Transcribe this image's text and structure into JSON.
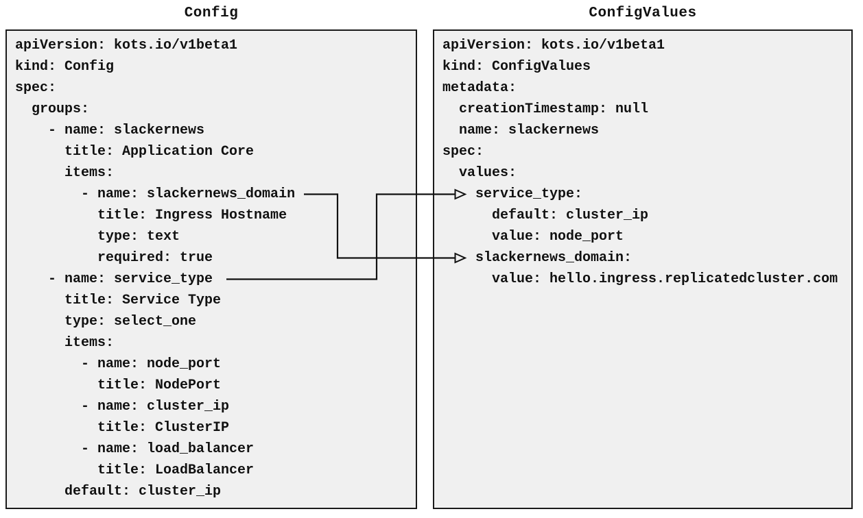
{
  "diagram": {
    "colors": {
      "background": "#ffffff",
      "box_fill": "#f0f0f0",
      "box_border": "#1a1a1a",
      "text": "#111111",
      "connector": "#111111"
    },
    "left": {
      "title": "Config",
      "lines": [
        "apiVersion: kots.io/v1beta1",
        "kind: Config",
        "spec:",
        "  groups:",
        "    - name: slackernews",
        "      title: Application Core",
        "      items:",
        "        - name: slackernews_domain",
        "          title: Ingress Hostname",
        "          type: text",
        "          required: true",
        "    - name: service_type",
        "      title: Service Type",
        "      type: select_one",
        "      items:",
        "        - name: node_port",
        "          title: NodePort",
        "        - name: cluster_ip",
        "          title: ClusterIP",
        "        - name: load_balancer",
        "          title: LoadBalancer",
        "      default: cluster_ip"
      ]
    },
    "right": {
      "title": "ConfigValues",
      "lines": [
        "apiVersion: kots.io/v1beta1",
        "kind: ConfigValues",
        "metadata:",
        "  creationTimestamp: null",
        "  name: slackernews",
        "spec:",
        "  values:",
        "    service_type:",
        "      default: cluster_ip",
        "      value: node_port",
        "    slackernews_domain:",
        "      value: hello.ingress.replicatedcluster.com"
      ]
    },
    "connections": [
      {
        "from": "Config item name: slackernews_domain",
        "to": "ConfigValues key: slackernews_domain"
      },
      {
        "from": "Config item name: service_type",
        "to": "ConfigValues key: service_type"
      }
    ]
  }
}
